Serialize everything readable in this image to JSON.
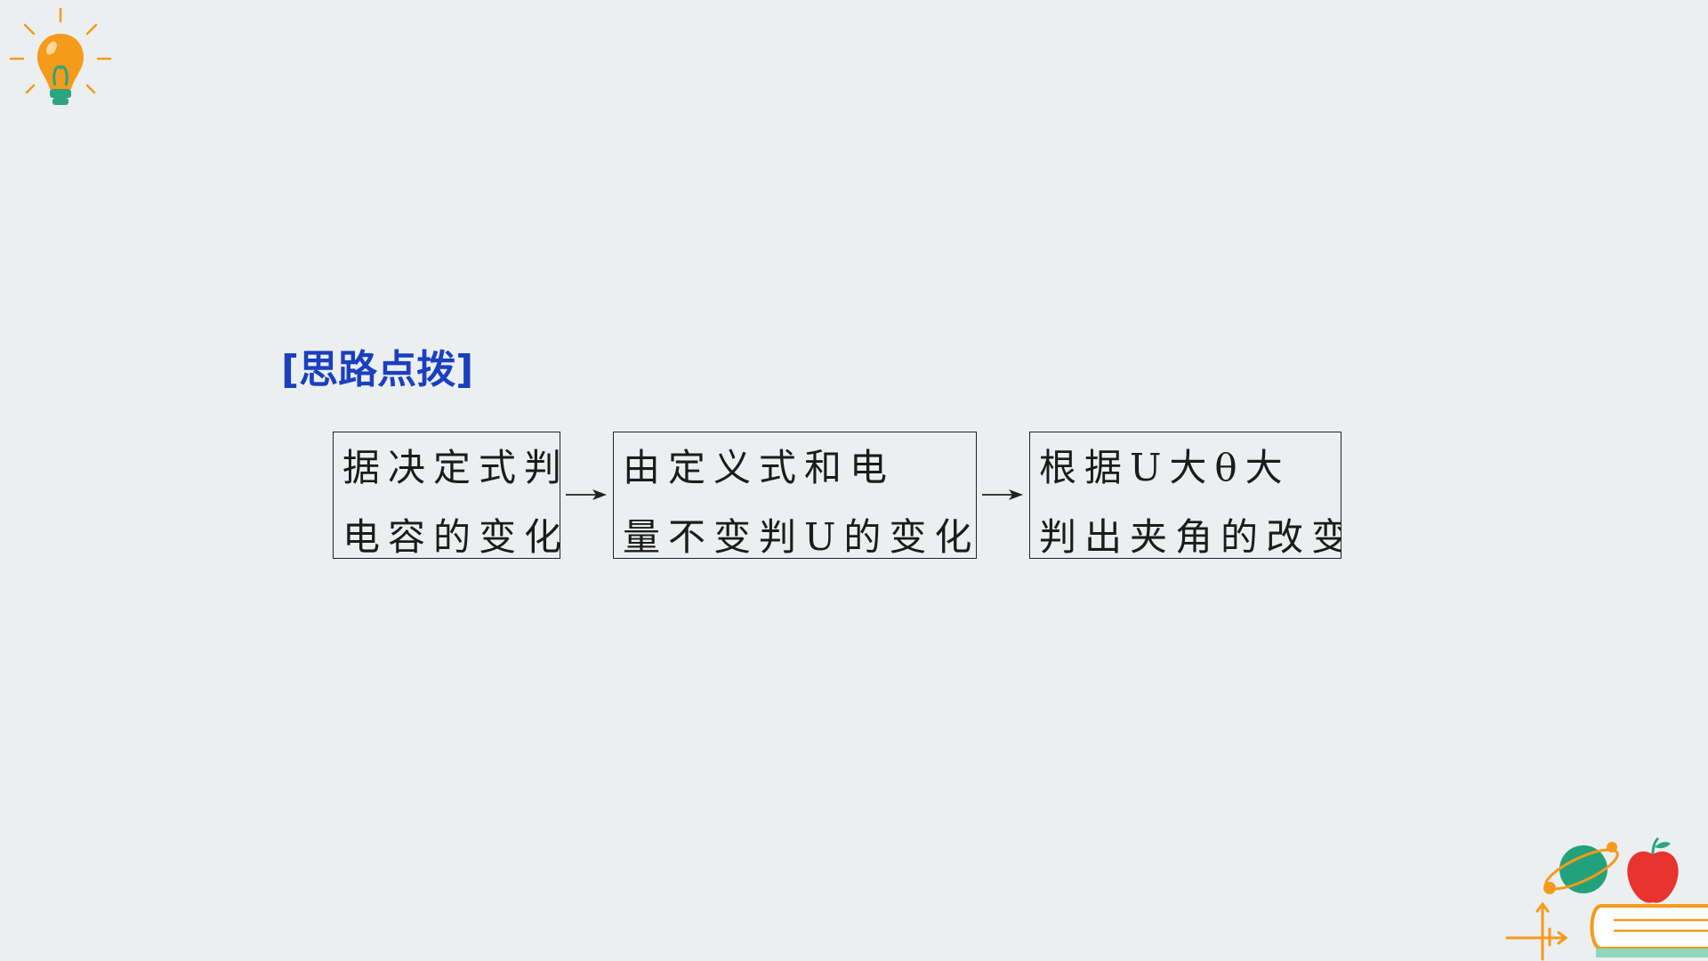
{
  "heading": "[思路点拨]",
  "flow": {
    "steps": [
      {
        "line1": "据决定式判",
        "line2": "电容的变化"
      },
      {
        "line1": "由定义式和电",
        "line2": "量不变判U的变化"
      },
      {
        "line1": "根据U大θ大",
        "line2": "判出夹角的改变"
      }
    ]
  },
  "icons": {
    "top_left": "lightbulb-icon",
    "bottom_right": "planet-apple-books-icon"
  },
  "colors": {
    "background": "#ebeff0",
    "heading": "#1a3fbf",
    "bulb": "#f59a1b",
    "planet": "#22a27a",
    "apple": "#e8332e"
  }
}
